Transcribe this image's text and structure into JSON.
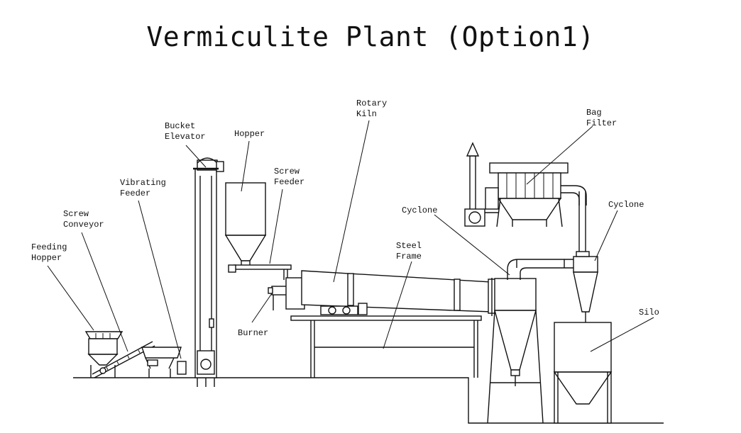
{
  "title": "Vermiculite Plant (Option1)",
  "labels": {
    "feeding_hopper": [
      "Feeding",
      "Hopper"
    ],
    "screw_conveyor": [
      "Screw",
      "Conveyor"
    ],
    "vibrating_feeder": [
      "Vibrating",
      "Feeder"
    ],
    "bucket_elevator": [
      "Bucket",
      "Elevator"
    ],
    "hopper": [
      "Hopper"
    ],
    "screw_feeder": [
      "Screw",
      "Feeder"
    ],
    "rotary_kiln": [
      "Rotary",
      "Kiln"
    ],
    "burner": [
      "Burner"
    ],
    "steel_frame": [
      "Steel",
      "Frame"
    ],
    "cyclone_1": [
      "Cyclone"
    ],
    "bag_filter": [
      "Bag",
      "Filter"
    ],
    "cyclone_2": [
      "Cyclone"
    ],
    "silo": [
      "Silo"
    ]
  }
}
